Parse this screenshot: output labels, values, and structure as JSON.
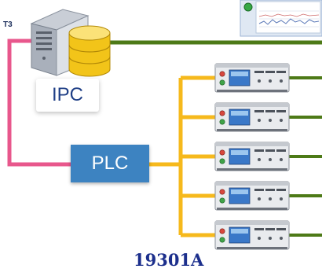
{
  "diagram": {
    "ipc_label": "IPC",
    "plc_label": "PLC",
    "model_label": "19301A",
    "monitor_tag": "T3",
    "instrument_count": 5,
    "colors": {
      "ipc_link": "#e8578c",
      "plc_bus": "#f6b91c",
      "instrument_link": "#4d7a17",
      "plc_box": "#3d83c1",
      "model_text": "#1c2f8c"
    },
    "icons": [
      "server-icon",
      "database-icon",
      "monitor-chart-icon",
      "tester-instrument-icon"
    ]
  }
}
